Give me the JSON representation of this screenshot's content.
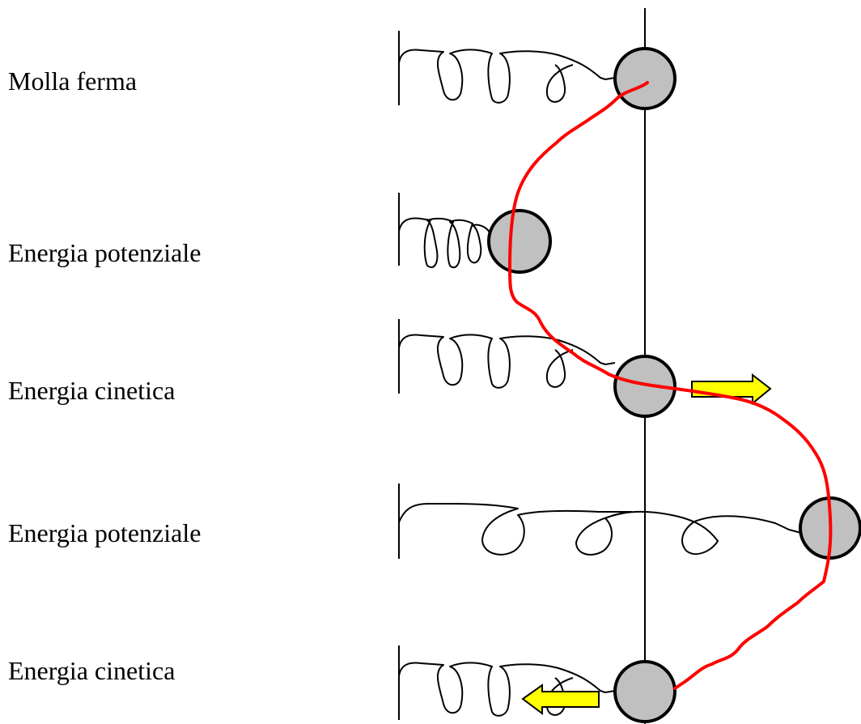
{
  "rows": [
    {
      "label": "Molla ferma"
    },
    {
      "label": "Energia potenziale"
    },
    {
      "label": "Energia cinetica"
    },
    {
      "label": "Energia potenziale"
    },
    {
      "label": "Energia cinetica"
    }
  ],
  "colors": {
    "mass_fill": "#c0c0c0",
    "mass_stroke": "#000000",
    "trajectory": "#ff0000",
    "arrow_fill": "#ffff00",
    "line": "#000000"
  },
  "icons": {
    "mass": "grey-circle",
    "velocity_right": "yellow-arrow-right",
    "velocity_left": "yellow-arrow-left"
  }
}
